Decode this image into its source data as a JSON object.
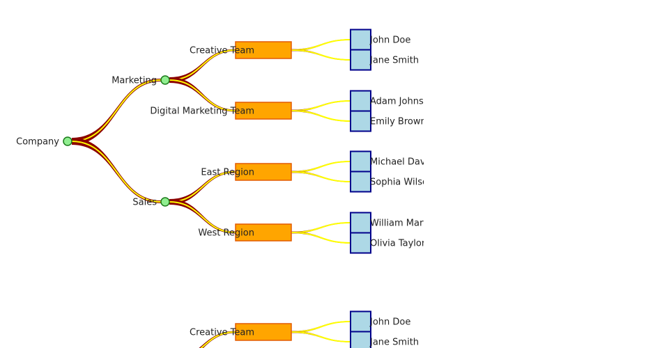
{
  "colors": {
    "link_fill": "#8b0000",
    "link_stroke": "#ffff00",
    "root_node_fill": "#90ee90",
    "root_node_stroke": "#1a7a1a",
    "team_fill": "#ffa500",
    "team_stroke": "#e25a00",
    "person_fill": "#add8e6",
    "person_stroke": "#00008b"
  },
  "tree": {
    "label": "Company",
    "children": [
      {
        "label": "Marketing",
        "children": [
          {
            "label": "Creative Team",
            "children": [
              {
                "label": "John Doe"
              },
              {
                "label": "Jane Smith"
              }
            ]
          },
          {
            "label": "Digital Marketing Team",
            "children": [
              {
                "label": "Adam Johnson"
              },
              {
                "label": "Emily Brown"
              }
            ]
          }
        ]
      },
      {
        "label": "Sales",
        "children": [
          {
            "label": "East Region",
            "children": [
              {
                "label": "Michael Davis"
              },
              {
                "label": "Sophia Wilson"
              }
            ]
          },
          {
            "label": "West Region",
            "children": [
              {
                "label": "William Martinez"
              },
              {
                "label": "Olivia Taylor"
              }
            ]
          }
        ]
      }
    ]
  },
  "partial_tree_repeat": {
    "team": "Creative Team",
    "members": [
      "John Doe",
      "Jane Smith"
    ]
  }
}
